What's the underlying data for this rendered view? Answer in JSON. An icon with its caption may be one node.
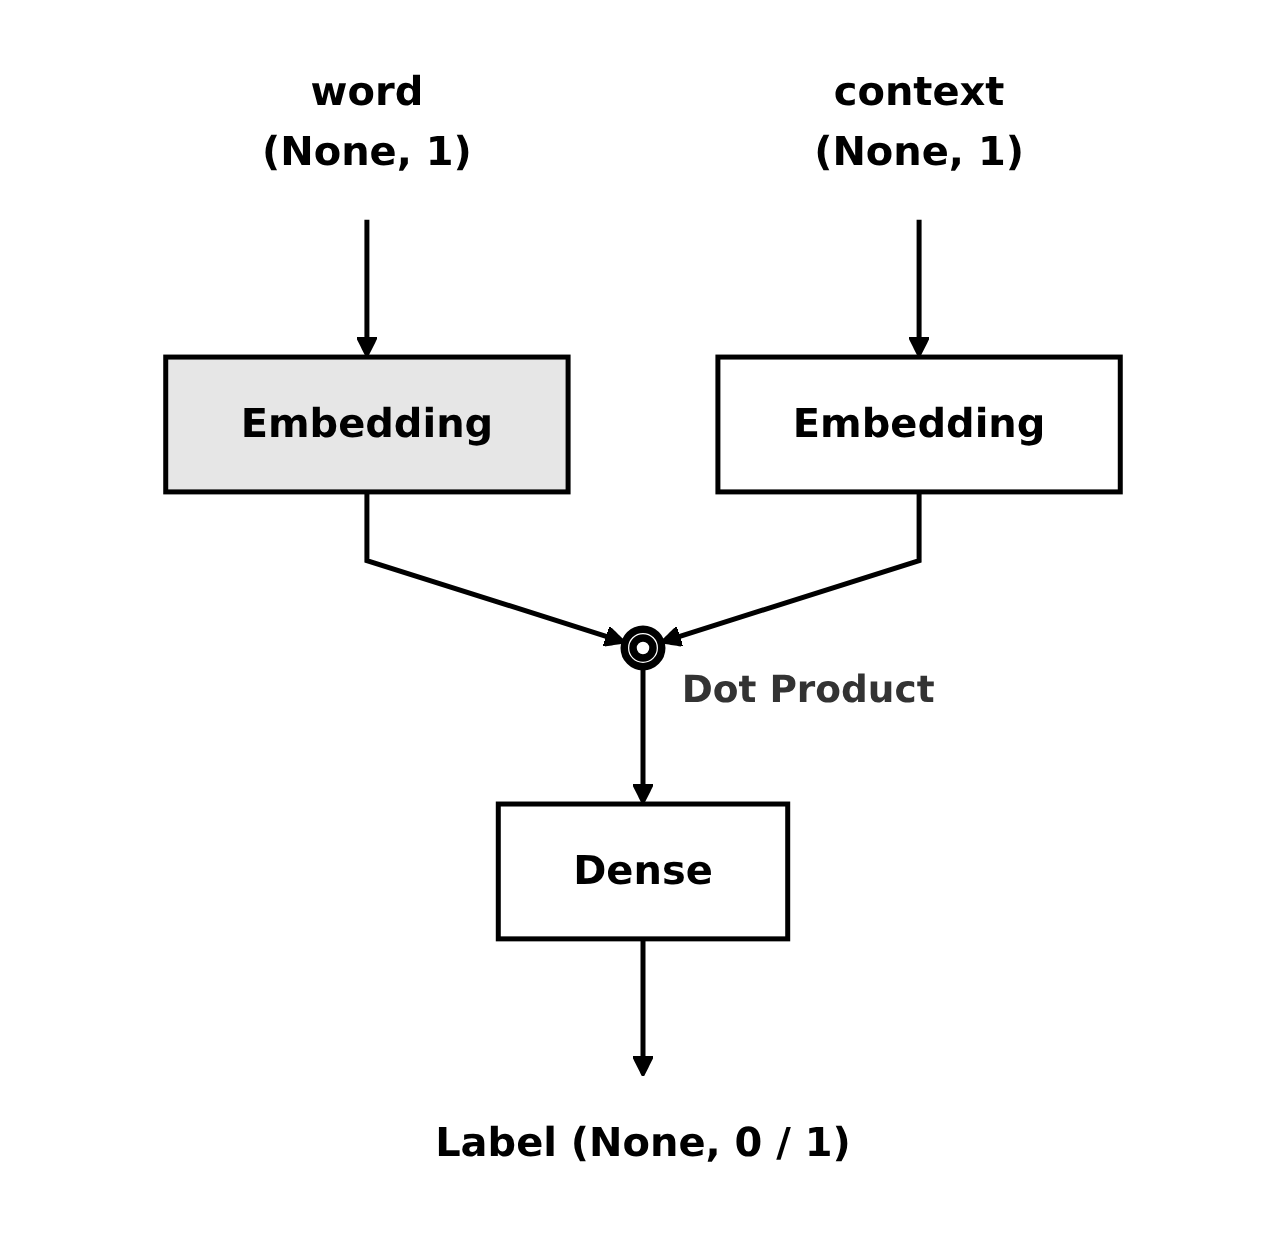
{
  "diagram": {
    "nodes": [
      {
        "text": [
          "word",
          "(None, 1)"
        ]
      },
      {
        "text": [
          "context",
          "(None, 1)"
        ]
      },
      {
        "text": [
          "Embedding"
        ]
      },
      {
        "text": [
          "Embedding"
        ]
      },
      {
        "text": [],
        "shape": "circle",
        "beside": [
          "Dot Product"
        ]
      },
      {
        "text": [
          "Dense"
        ]
      },
      {
        "text": [
          "Label (None, 0 / 1)"
        ]
      }
    ],
    "edges": [
      {
        "from": 0,
        "to": 2,
        "arrow": "to"
      },
      {
        "from": 1,
        "to": 3,
        "arrow": "to"
      },
      {
        "from": 2,
        "to": 4,
        "arrow": "to"
      },
      {
        "from": 3,
        "to": 4,
        "arrow": "to"
      },
      {
        "from": 4,
        "to": 5,
        "arrow": "to"
      },
      {
        "from": 5,
        "to": 6,
        "arrow": "to"
      }
    ]
  }
}
